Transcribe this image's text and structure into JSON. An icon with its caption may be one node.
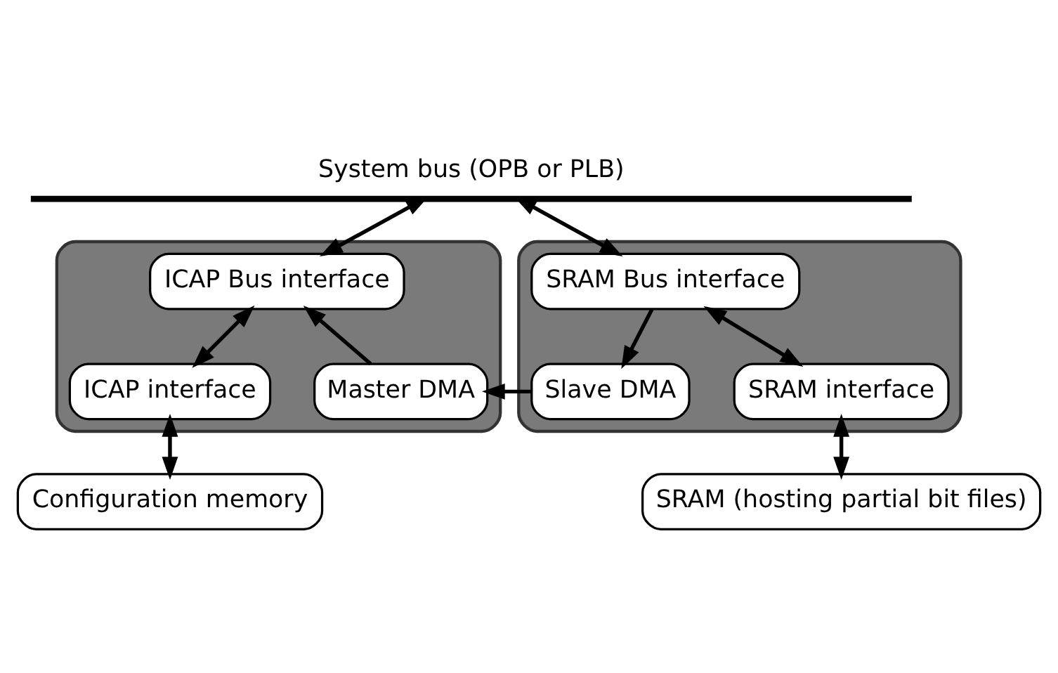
{
  "diagram": {
    "nodes": [
      {
        "text": [
          "System bus (OPB or PLB)"
        ]
      },
      {
        "text": [],
        "shape": "box"
      },
      {
        "text": [
          "ICAP Bus interface"
        ],
        "in": 1
      },
      {
        "text": [
          "ICAP interface"
        ],
        "in": 1
      },
      {
        "text": [
          "Master DMA"
        ],
        "in": 1
      },
      {
        "text": [],
        "shape": "box"
      },
      {
        "text": [
          "SRAM Bus interface"
        ],
        "in": 5
      },
      {
        "text": [
          "Slave DMA"
        ],
        "in": 5
      },
      {
        "text": [
          "SRAM interface"
        ],
        "in": 5
      },
      {
        "text": [
          "Configuration memory"
        ]
      },
      {
        "text": [
          "SRAM (hosting partial bit files)"
        ]
      }
    ],
    "edges": [
      {
        "from": 0,
        "to": 2,
        "arrow": "both"
      },
      {
        "from": 0,
        "to": 6,
        "arrow": "both"
      },
      {
        "from": 2,
        "to": 3,
        "arrow": "both"
      },
      {
        "from": 4,
        "to": 2,
        "arrow": "to"
      },
      {
        "from": 6,
        "to": 7,
        "arrow": "to"
      },
      {
        "from": 7,
        "to": 4,
        "arrow": "to"
      },
      {
        "from": 6,
        "to": 8,
        "arrow": "both"
      },
      {
        "from": 3,
        "to": 9,
        "arrow": "both"
      },
      {
        "from": 8,
        "to": 10,
        "arrow": "both"
      }
    ]
  }
}
